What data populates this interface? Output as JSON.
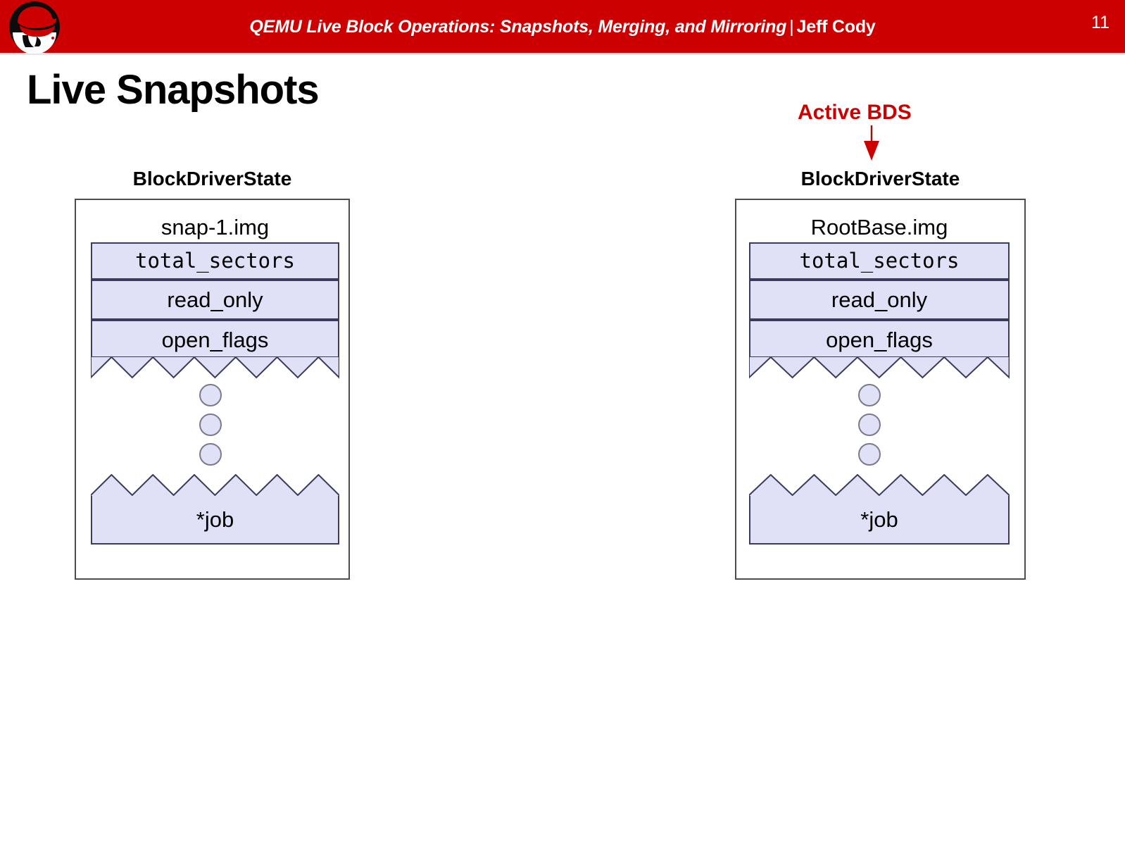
{
  "header": {
    "title_italic": "QEMU Live Block Operations: Snapshots, Merging, and Mirroring",
    "separator": "|",
    "author": "Jeff Cody",
    "page_number": "11",
    "background_color": "#CC0000",
    "text_color": "#FFFFFF",
    "logo_name": "red-hat-shadowman-logo"
  },
  "slide": {
    "title": "Live Snapshots"
  },
  "annotation": {
    "active_bds_label": "Active BDS",
    "color": "#CC0000"
  },
  "diagrams": [
    {
      "id": "left",
      "struct_label": "BlockDriverState",
      "image_name": "snap-1.img",
      "fields": [
        {
          "label": "total_sectors",
          "mono": true
        },
        {
          "label": "read_only",
          "mono": false
        },
        {
          "label": "open_flags",
          "mono": false
        }
      ],
      "ellipsis_dots": 3,
      "trailing_field": {
        "label": "*job",
        "mono": false
      },
      "fill_color": "#E0E0F7",
      "border_color": "#3B3B5C"
    },
    {
      "id": "right",
      "struct_label": "BlockDriverState",
      "image_name": "RootBase.img",
      "fields": [
        {
          "label": "total_sectors",
          "mono": true
        },
        {
          "label": "read_only",
          "mono": false
        },
        {
          "label": "open_flags",
          "mono": false
        }
      ],
      "ellipsis_dots": 3,
      "trailing_field": {
        "label": "*job",
        "mono": false
      },
      "fill_color": "#E0E0F7",
      "border_color": "#3B3B5C",
      "annotated_as_active": true
    }
  ]
}
